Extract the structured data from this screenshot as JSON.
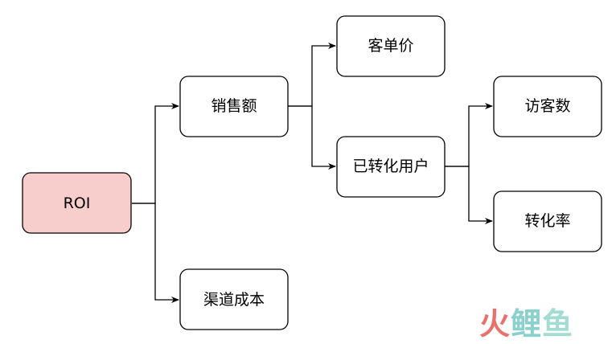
{
  "diagram": {
    "nodes": {
      "roi": {
        "label": "ROI",
        "fill": "#f8cecc",
        "stroke": "#b85450"
      },
      "sales": {
        "label": "销售额",
        "fill": "#ffffff",
        "stroke": "#000000"
      },
      "avg_order_value": {
        "label": "客单价",
        "fill": "#ffffff",
        "stroke": "#000000"
      },
      "converted_users": {
        "label": "已转化用户",
        "fill": "#ffffff",
        "stroke": "#000000"
      },
      "visitors": {
        "label": "访客数",
        "fill": "#ffffff",
        "stroke": "#000000"
      },
      "conversion_rate": {
        "label": "转化率",
        "fill": "#ffffff",
        "stroke": "#000000"
      },
      "channel_cost": {
        "label": "渠道成本",
        "fill": "#ffffff",
        "stroke": "#000000"
      }
    },
    "edges": [
      {
        "from": "roi",
        "to": "sales"
      },
      {
        "from": "roi",
        "to": "channel_cost"
      },
      {
        "from": "sales",
        "to": "avg_order_value"
      },
      {
        "from": "sales",
        "to": "converted_users"
      },
      {
        "from": "converted_users",
        "to": "visitors"
      },
      {
        "from": "converted_users",
        "to": "conversion_rate"
      }
    ]
  },
  "watermark": {
    "part1": "火",
    "part2": "鲤",
    "part3": "鱼",
    "colors": [
      "#e8716b",
      "#8ad0cd",
      "#a2dcd2"
    ]
  }
}
